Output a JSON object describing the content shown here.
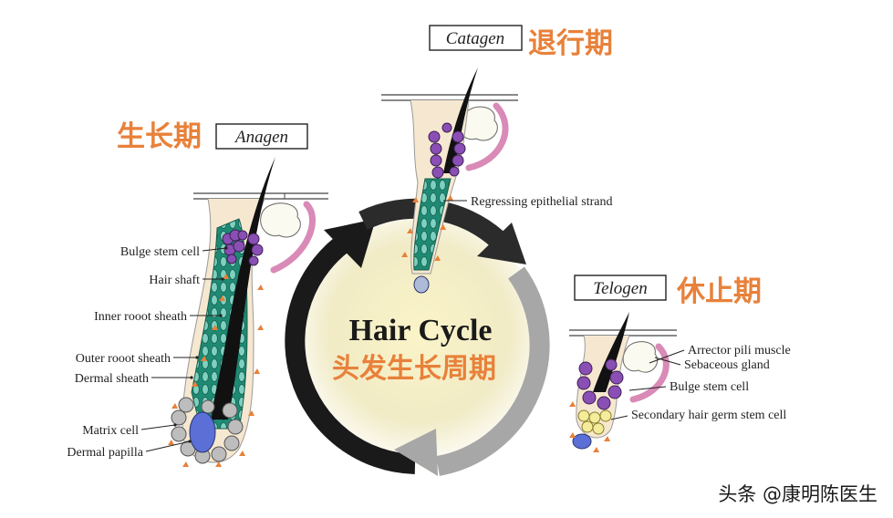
{
  "title": {
    "en": "Hair Cycle",
    "zh": "头发生长周期"
  },
  "phases": {
    "anagen": {
      "en": "Anagen",
      "zh": "生长期"
    },
    "catagen": {
      "en": "Catagen",
      "zh": "退行期"
    },
    "telogen": {
      "en": "Telogen",
      "zh": "休止期"
    }
  },
  "anagen_labels": [
    "Bulge stem cell",
    "Hair shaft",
    "Inner rooot sheath",
    "Outer rooot sheath",
    "Dermal sheath",
    "Matrix cell",
    "Dermal papilla"
  ],
  "catagen_labels": [
    "Regressing epithelial strand"
  ],
  "telogen_labels": [
    "Arrector pili muscle",
    "Sebaceous gland",
    "Bulge stem cell",
    "Secondary hair germ stem cell"
  ],
  "watermark": "头条 @康明陈医生",
  "colors": {
    "accent_orange": "#e8813a",
    "stem_purple": "#8a4fb5",
    "sheath_teal": "#3aa08a",
    "arrow_dark": "#1a1a1a",
    "arrow_gray": "#a7a7a7"
  }
}
